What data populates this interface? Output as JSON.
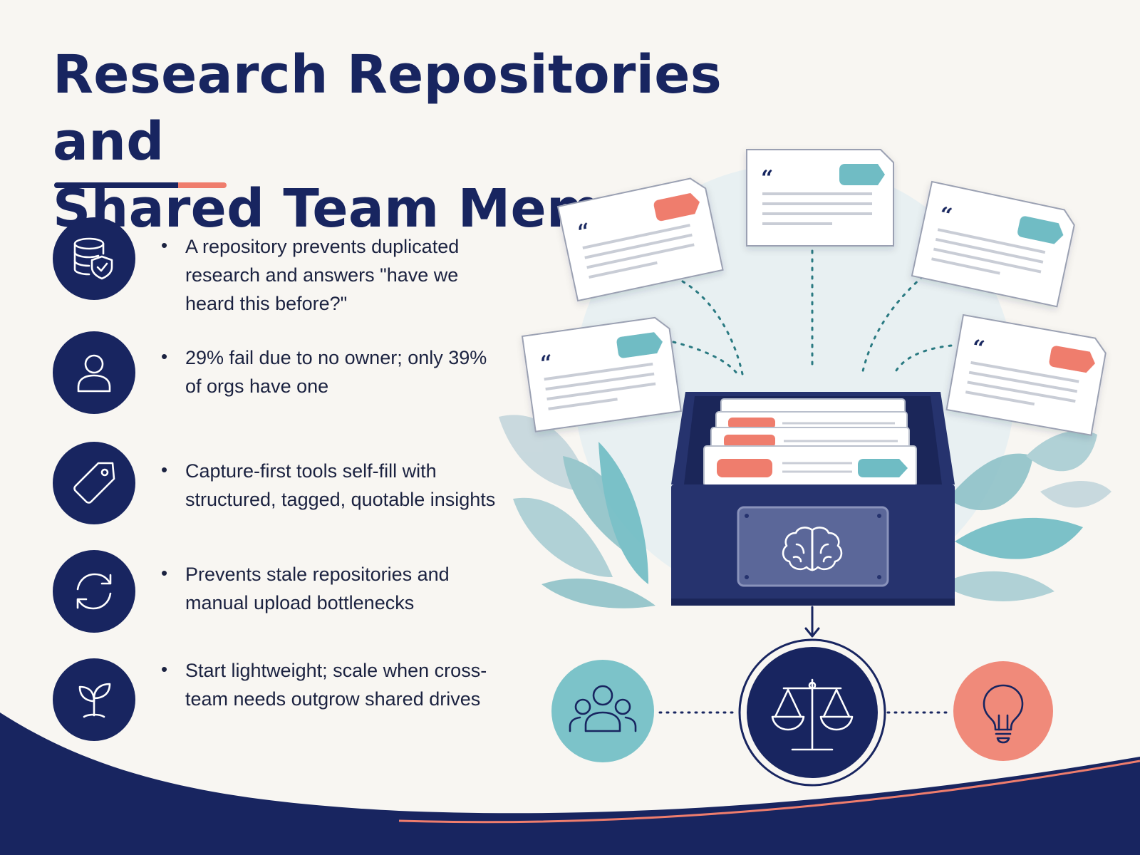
{
  "title": {
    "line1": "Research Repositories and",
    "line2": "Shared Team Memory"
  },
  "colors": {
    "navy": "#182560",
    "coral": "#ef7d6d",
    "teal": "#6fbcc4",
    "background": "#f8f6f2"
  },
  "bullets": [
    {
      "icon": "database-shield-icon",
      "text": "A repository prevents duplicated research and answers \"have we heard this before?\""
    },
    {
      "icon": "user-icon",
      "text": "29% fail due to no owner; only 39% of orgs have one"
    },
    {
      "icon": "tag-icon",
      "text": "Capture-first tools self-fill with structured, tagged, quotable insights"
    },
    {
      "icon": "refresh-icon",
      "text": "Prevents stale repositories and manual upload bottlenecks"
    },
    {
      "icon": "sprout-icon",
      "text": "Start lightweight; scale when cross-team needs outgrow shared drives"
    }
  ],
  "illustration": {
    "quote_mark": "“",
    "drawer_label_icon": "brain-icon",
    "bottom_icons": [
      "team-icon",
      "balance-scale-icon",
      "lightbulb-icon"
    ]
  }
}
